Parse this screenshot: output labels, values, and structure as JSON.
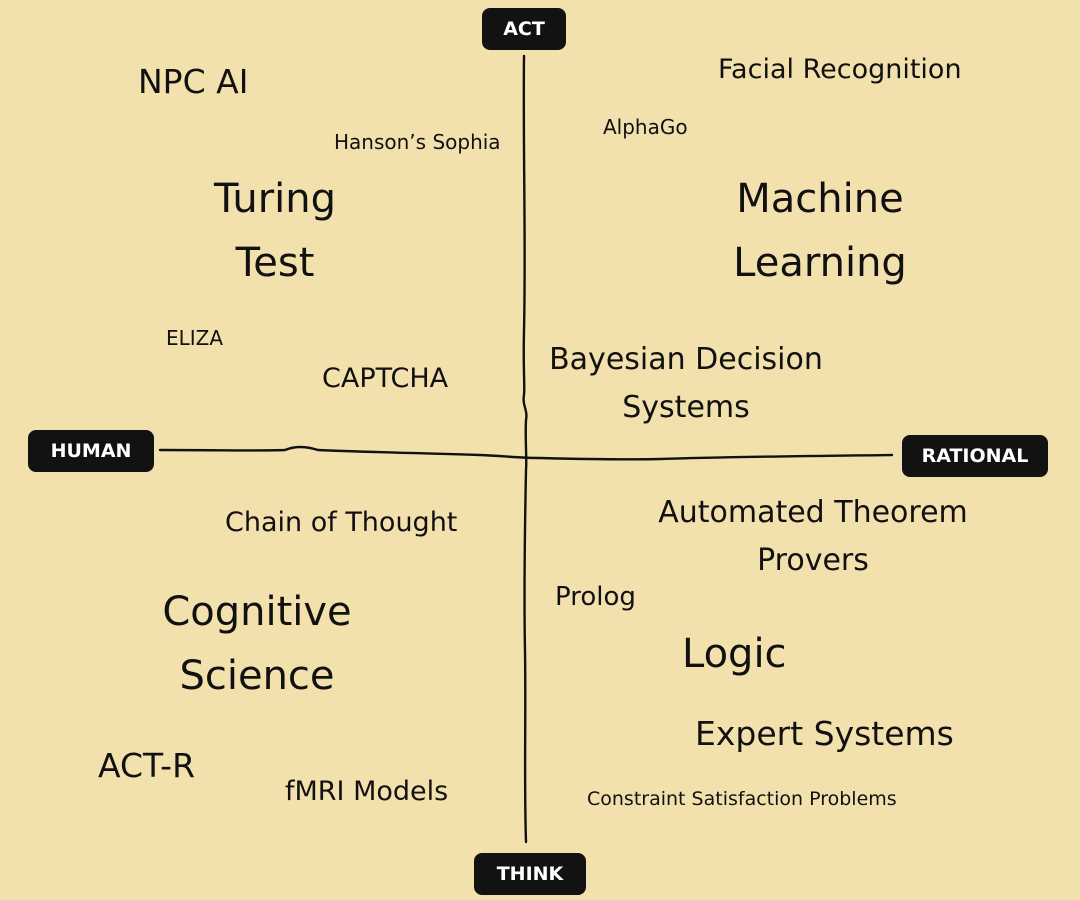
{
  "axes": {
    "top": "ACT",
    "bottom": "THINK",
    "left": "HUMAN",
    "right": "RATIONAL"
  },
  "terms": {
    "npc_ai": "NPC AI",
    "hansons_sophia": "Hanson’s Sophia",
    "turing_test": [
      "Turing",
      "Test"
    ],
    "eliza": "ELIZA",
    "captcha": "CAPTCHA",
    "facial_recognition": "Facial Recognition",
    "alphago": "AlphaGo",
    "machine_learning": [
      "Machine",
      "Learning"
    ],
    "bayesian_decision_systems": [
      "Bayesian Decision",
      "Systems"
    ],
    "chain_of_thought": "Chain of Thought",
    "cognitive_science": [
      "Cognitive",
      "Science"
    ],
    "act_r": "ACT-R",
    "fmri_models": "fMRI Models",
    "automated_theorem_provers": [
      "Automated Theorem",
      "Provers"
    ],
    "prolog": "Prolog",
    "logic": "Logic",
    "expert_systems": "Expert Systems",
    "constraint_satisfaction_problems": "Constraint Satisfaction Problems"
  }
}
